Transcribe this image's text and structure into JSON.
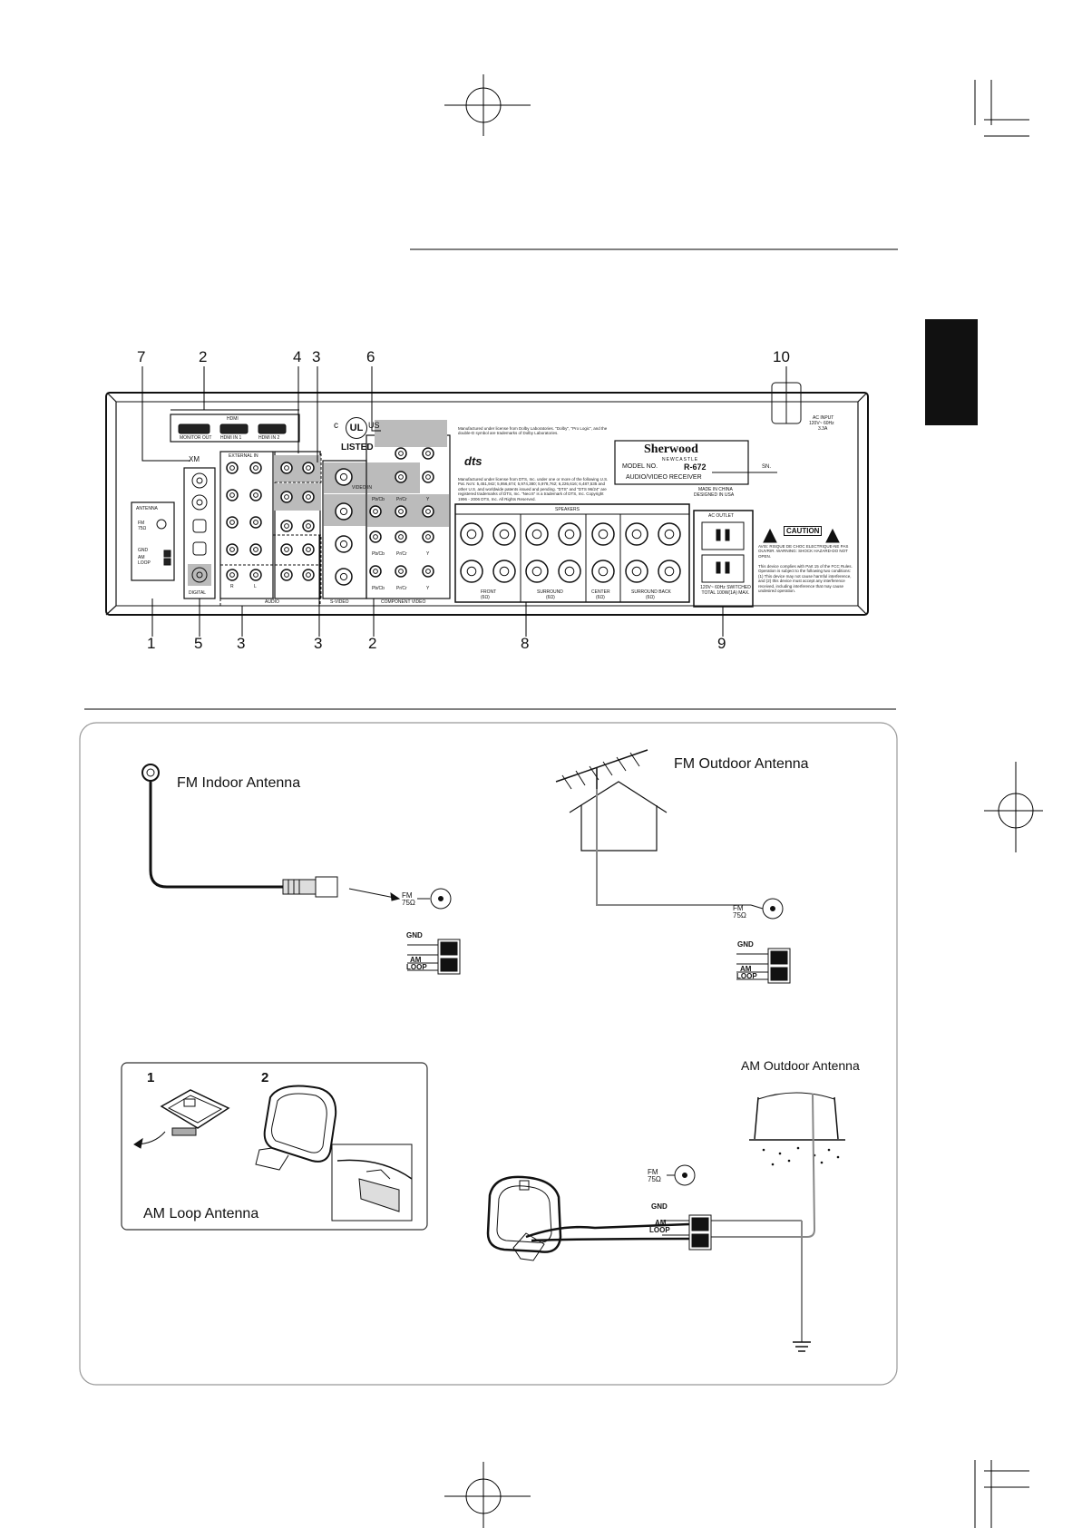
{
  "callouts_top": [
    "7",
    "2",
    "4",
    "3",
    "6",
    "10"
  ],
  "callouts_bottom": [
    "1",
    "5",
    "3",
    "3",
    "2",
    "8",
    "9"
  ],
  "rear_panel": {
    "hdmi": {
      "title": "HDMI",
      "monitor_out": "MONITOR OUT",
      "in1": "HDMI IN 1",
      "in2": "HDMI IN 2"
    },
    "xm": "XM",
    "antenna": {
      "title": "ANTENNA",
      "fm": "FM",
      "fm_ohm": "75Ω",
      "gnd": "GND",
      "am": "AM",
      "loop": "LOOP"
    },
    "external_in": "EXTERNAL IN",
    "digital": "DIGITAL",
    "audio": "AUDIO",
    "s_video": "S-VIDEO",
    "component_video": "COMPONENT VIDEO",
    "ul": {
      "c": "c",
      "ul": "UL",
      "us": "US",
      "listed": "LISTED"
    },
    "dolby_text": "Manufactured under license from Dolby Laboratories. \"Dolby\", \"Pro Logic\", and the double-D symbol are trademarks of Dolby Laboratories.",
    "dts_logo": "dts",
    "dts_text": "Manufactured under license from DTS, Inc. under one or more of the following U.S. Pat. No's: 5,451,942; 5,956,674; 5,974,380; 5,978,762; 6,226,616; 6,487,535 and other U.S. and worldwide patents issued and pending. \"DTS\" and \"DTS 96/24\" are registered trademarks of DTS, Inc. \"Neo:6\" is a trademark of DTS, Inc. Copyright 1996 - 2006 DTS, Inc. All Rights Reserved.",
    "brand": "Sherwood",
    "brand_sub": "NEWCASTLE",
    "model_label": "MODEL NO.",
    "model_no": "R-672",
    "product": "AUDIO/VIDEO RECEIVER",
    "made_in": "MADE IN CHINA",
    "designed_in": "DESIGNED IN USA",
    "sn": "SN.",
    "ac_input": {
      "title": "AC INPUT",
      "spec": "120V~ 60Hz",
      "amps": "3.3A"
    },
    "speakers": "SPEAKERS",
    "sp_front": "FRONT",
    "sp_surround": "SURROUND",
    "sp_center": "CENTER",
    "sp_surround_back": "SURROUND BACK",
    "sp_ohm": "(6Ω)",
    "r": "R",
    "l": "L",
    "ac_outlet": "AC OUTLET",
    "ac_outlet_spec": "120V~ 60Hz SWITCHED TOTAL 100W(1A) MAX.",
    "caution": "CAUTION",
    "caution_text": "AVIS: RISQUE DE CHOC ELECTRIQUE-NE PAS OUVRIR. WARNING: SHOCK HAZARD-DO NOT OPEN.",
    "fcc_text": "This device complies with Part 15 of the FCC Rules. Operation is subject to the following two conditions: (1) This device may not cause harmful interference, and (2) this device must accept any interference received, including interference that may cause undesired operation.",
    "pb_pr_y": [
      "Pb/Cb",
      "Pr/Cr",
      "Y"
    ],
    "video_in": "VIDEO IN"
  },
  "labels": {
    "fm_indoor": "FM Indoor Antenna",
    "fm_outdoor": "FM Outdoor Antenna",
    "am_outdoor": "AM Outdoor Antenna",
    "am_loop": "AM Loop Antenna",
    "fm": "FM",
    "ohm": "75Ω",
    "gnd": "GND",
    "am": "AM",
    "loop": "LOOP",
    "step1": "1",
    "step2": "2"
  }
}
